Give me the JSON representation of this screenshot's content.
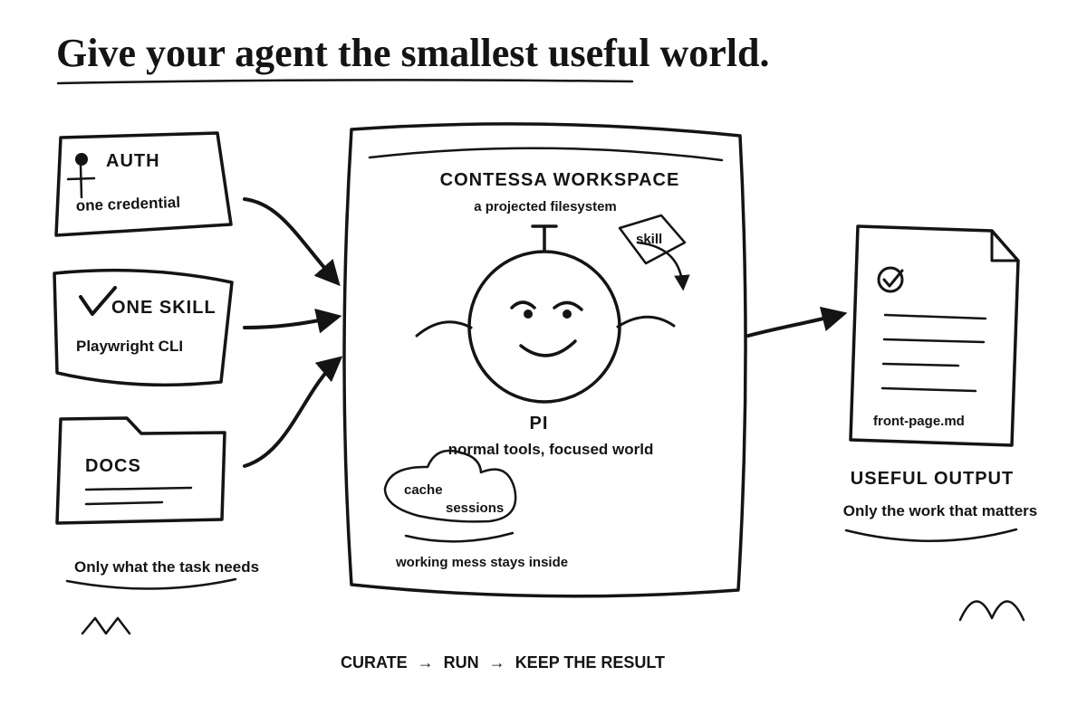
{
  "title": "Give your agent the smallest useful world.",
  "inputs": {
    "auth": {
      "label": "AUTH",
      "detail": "one credential"
    },
    "skill": {
      "label": "ONE SKILL",
      "detail": "Playwright CLI"
    },
    "docs": {
      "label": "DOCS"
    },
    "caption": "Only what the task needs"
  },
  "workspace": {
    "title": "CONTESSA WORKSPACE",
    "subtitle": "a projected filesystem",
    "skill_tag": "skill",
    "agent_name": "PI",
    "agent_caption": "normal tools, focused world",
    "cloud_items": [
      "cache",
      "sessions"
    ],
    "caption": "working mess stays inside"
  },
  "output": {
    "filename": "front-page.md",
    "title": "USEFUL OUTPUT",
    "caption": "Only the work that matters"
  },
  "footer": {
    "steps": [
      "CURATE",
      "RUN",
      "KEEP THE RESULT"
    ],
    "separator": "→"
  }
}
